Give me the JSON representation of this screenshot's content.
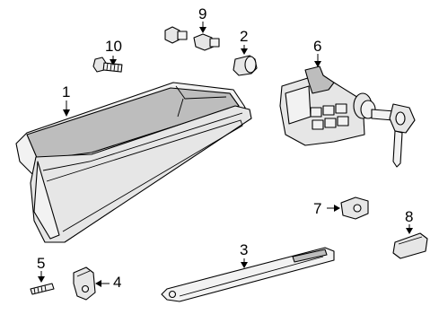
{
  "diagram": {
    "callouts": [
      {
        "id": "1",
        "label": "1"
      },
      {
        "id": "2",
        "label": "2"
      },
      {
        "id": "3",
        "label": "3"
      },
      {
        "id": "4",
        "label": "4"
      },
      {
        "id": "5",
        "label": "5"
      },
      {
        "id": "6",
        "label": "6"
      },
      {
        "id": "7",
        "label": "7"
      },
      {
        "id": "8",
        "label": "8"
      },
      {
        "id": "9",
        "label": "9"
      },
      {
        "id": "10",
        "label": "10"
      }
    ],
    "colors": {
      "background": "#ffffff",
      "line": "#000000",
      "part_fill": "#e6e6e6",
      "part_shadow": "#bdbdbd"
    }
  }
}
